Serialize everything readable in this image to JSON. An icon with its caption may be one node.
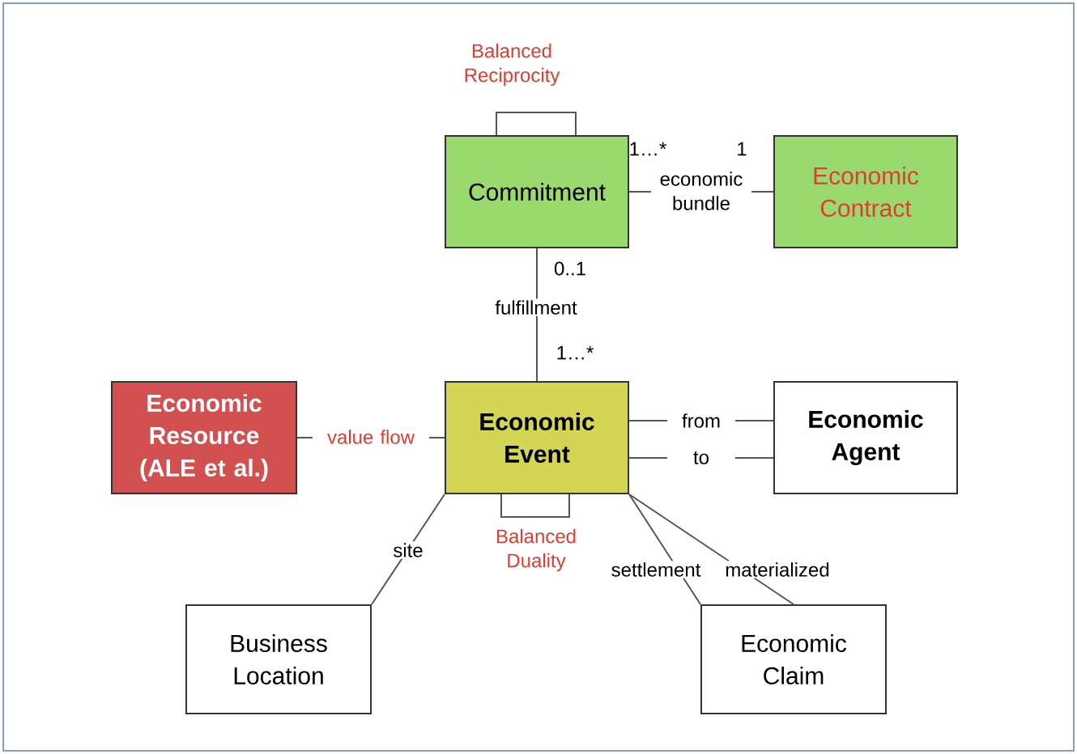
{
  "diagram": {
    "nodes": [
      {
        "text": [
          "Commitment"
        ]
      },
      {
        "text": [
          "Economic Contract"
        ]
      },
      {
        "text": [
          "Economic Event"
        ]
      },
      {
        "text": [
          "Economic Resource (ALE et al.)"
        ]
      },
      {
        "text": [
          "Economic Agent"
        ]
      },
      {
        "text": [
          "Business Location"
        ]
      },
      {
        "text": [
          "Economic Claim"
        ]
      }
    ],
    "edges": [
      {
        "from": 0,
        "to": 0,
        "arrow": "none",
        "label": "Balanced Reciprocity"
      },
      {
        "from": 0,
        "to": 1,
        "arrow": "none",
        "label": "economic bundle"
      },
      {
        "from": 0,
        "to": 2,
        "arrow": "none",
        "label": "fulfillment"
      },
      {
        "from": 3,
        "to": 2,
        "arrow": "none",
        "label": "value flow"
      },
      {
        "from": 2,
        "to": 4,
        "arrow": "none",
        "label": "from"
      },
      {
        "from": 2,
        "to": 4,
        "arrow": "none",
        "label": "to"
      },
      {
        "from": 2,
        "to": 2,
        "arrow": "none",
        "label": "Balanced Duality"
      },
      {
        "from": 2,
        "to": 5,
        "arrow": "none",
        "label": "site"
      },
      {
        "from": 2,
        "to": 6,
        "arrow": "none",
        "label": "settlement"
      },
      {
        "from": 2,
        "to": 6,
        "arrow": "none",
        "label": "materialized"
      }
    ],
    "labels": [
      "1…*",
      "1",
      "0..1",
      "1…*"
    ]
  }
}
